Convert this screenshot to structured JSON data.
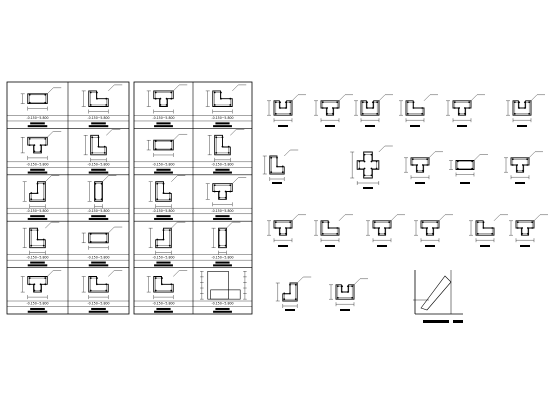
{
  "drawing": {
    "line_color": "#000000",
    "background": "#ffffff",
    "left_table": {
      "cells": [
        {
          "shape": "rect-wide",
          "elev": "-0.150~5.800"
        },
        {
          "shape": "l-shape",
          "elev": "-0.150~5.800"
        },
        {
          "shape": "t-shape",
          "elev": "-0.150~5.800"
        },
        {
          "shape": "l-shape-2",
          "elev": "-0.150~5.800"
        },
        {
          "shape": "l-shape-3",
          "elev": "-0.150~5.800"
        },
        {
          "shape": "rect-tall",
          "elev": "-0.150~5.800"
        },
        {
          "shape": "corner",
          "elev": "-0.150~5.800"
        },
        {
          "shape": "rect-wide",
          "elev": "-0.150~5.800"
        },
        {
          "shape": "t-shape",
          "elev": "-0.150~5.800"
        },
        {
          "shape": "l-shape",
          "elev": "-0.150~5.800"
        }
      ]
    },
    "mid_table": {
      "cells": [
        {
          "shape": "t-shape",
          "elev": "-0.150~5.800"
        },
        {
          "shape": "l-shape",
          "elev": "-0.150~5.800"
        },
        {
          "shape": "rect-wide",
          "elev": "-0.150~5.800"
        },
        {
          "shape": "l-shape-2",
          "elev": "-0.150~5.800"
        },
        {
          "shape": "corner",
          "elev": "-0.150~5.800"
        },
        {
          "shape": "t-shape",
          "elev": "-0.150~5.800"
        },
        {
          "shape": "l-shape-3",
          "elev": "-0.150~5.800"
        },
        {
          "shape": "rect-tall",
          "elev": "-0.150~5.800"
        },
        {
          "shape": "l-shape",
          "elev": "-0.150~5.800"
        },
        {
          "shape": "wall-elevation",
          "elev": "-0.150~5.800"
        }
      ]
    },
    "details_rows": [
      [
        {
          "shape": "u-shape"
        },
        {
          "shape": "t-shape"
        },
        {
          "shape": "u-shape"
        },
        {
          "shape": "l-shape"
        },
        {
          "shape": "t-shape"
        },
        {
          "shape": "u-shape"
        }
      ],
      [
        {
          "shape": "l-shape-2"
        },
        {
          "shape": "cross"
        },
        {
          "shape": "t-shape"
        },
        {
          "shape": "rect-wide"
        },
        {
          "shape": "t-shape"
        }
      ],
      [
        {
          "shape": "t-shape"
        },
        {
          "shape": "l-shape"
        },
        {
          "shape": "t-shape"
        },
        {
          "shape": "t-shape"
        },
        {
          "shape": "l-shape"
        },
        {
          "shape": "t-shape"
        }
      ],
      [
        {
          "shape": "l-shape-3"
        },
        {
          "shape": "u-shape"
        },
        {
          "shape": "anchorage-detail"
        }
      ]
    ]
  }
}
